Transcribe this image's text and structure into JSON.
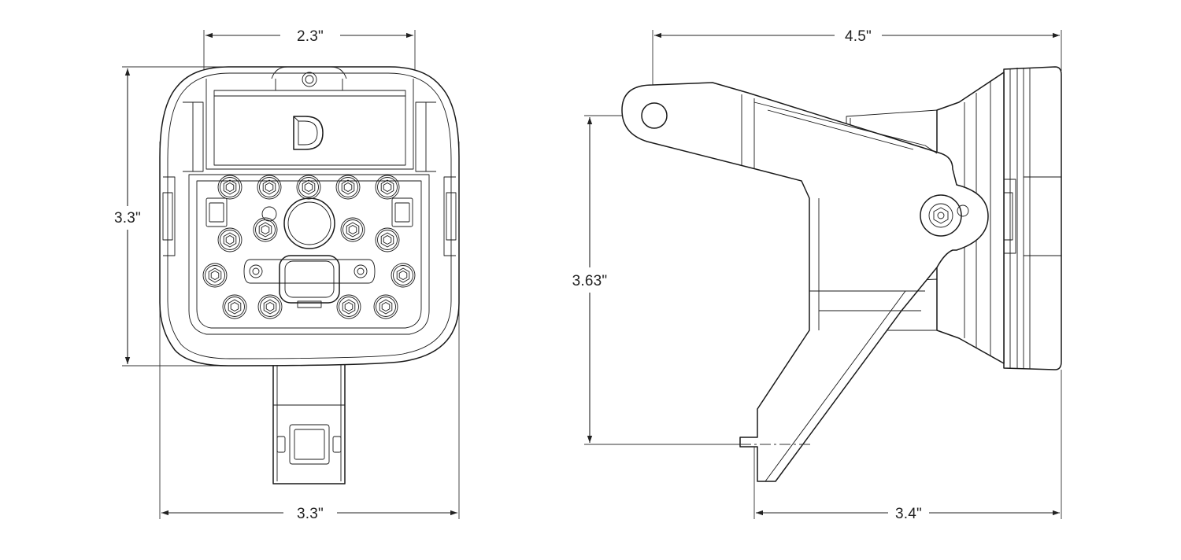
{
  "front_view": {
    "dim_top_width": "2.3\"",
    "dim_height": "3.3\"",
    "dim_bottom_width": "3.3\""
  },
  "side_view": {
    "dim_overall_length": "4.5\"",
    "dim_mount_height": "3.63\"",
    "dim_base_length": "3.4\""
  },
  "colors": {
    "line": "#1a1a1a",
    "background": "#ffffff"
  }
}
